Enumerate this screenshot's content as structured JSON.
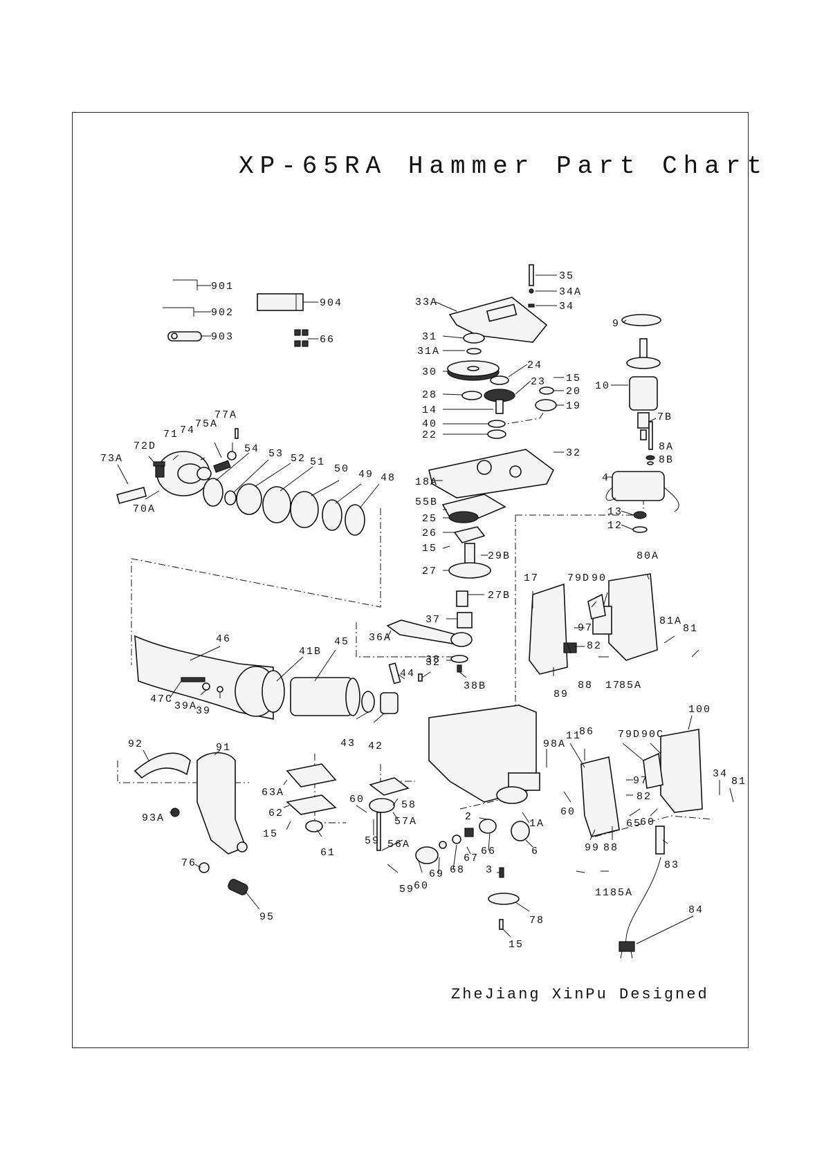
{
  "title": "XP-65RA Hammer Part Chart",
  "footer": "ZheJiang XinPu Designed",
  "parts": [
    {
      "id": "p901",
      "label": "901"
    },
    {
      "id": "p902",
      "label": "902"
    },
    {
      "id": "p903",
      "label": "903"
    },
    {
      "id": "p904",
      "label": "904"
    },
    {
      "id": "p66a",
      "label": "66"
    },
    {
      "id": "p35",
      "label": "35"
    },
    {
      "id": "p34a",
      "label": "34A"
    },
    {
      "id": "p34",
      "label": "34"
    },
    {
      "id": "p33a",
      "label": "33A"
    },
    {
      "id": "p9",
      "label": "9"
    },
    {
      "id": "p31",
      "label": "31"
    },
    {
      "id": "p31a",
      "label": "31A"
    },
    {
      "id": "p30",
      "label": "30"
    },
    {
      "id": "p24",
      "label": "24"
    },
    {
      "id": "p15a",
      "label": "15"
    },
    {
      "id": "p28",
      "label": "28"
    },
    {
      "id": "p23",
      "label": "23"
    },
    {
      "id": "p20",
      "label": "20"
    },
    {
      "id": "p10",
      "label": "10"
    },
    {
      "id": "p14",
      "label": "14"
    },
    {
      "id": "p19",
      "label": "19"
    },
    {
      "id": "p40",
      "label": "40"
    },
    {
      "id": "p7b",
      "label": "7B"
    },
    {
      "id": "p22",
      "label": "22"
    },
    {
      "id": "p32a",
      "label": "32"
    },
    {
      "id": "p8a",
      "label": "8A"
    },
    {
      "id": "p8b",
      "label": "8B"
    },
    {
      "id": "p18a",
      "label": "18A"
    },
    {
      "id": "p4",
      "label": "4"
    },
    {
      "id": "p55b",
      "label": "55B"
    },
    {
      "id": "p13",
      "label": "13"
    },
    {
      "id": "p25",
      "label": "25"
    },
    {
      "id": "p12",
      "label": "12"
    },
    {
      "id": "p26",
      "label": "26"
    },
    {
      "id": "p15b",
      "label": "15"
    },
    {
      "id": "p29b",
      "label": "29B"
    },
    {
      "id": "p27",
      "label": "27"
    },
    {
      "id": "p27b",
      "label": "27B"
    },
    {
      "id": "p80a",
      "label": "80A"
    },
    {
      "id": "p17a",
      "label": "17"
    },
    {
      "id": "p79d",
      "label": "79D"
    },
    {
      "id": "p90",
      "label": "90"
    },
    {
      "id": "p37",
      "label": "37"
    },
    {
      "id": "p36a",
      "label": "36A"
    },
    {
      "id": "p81a",
      "label": "81A"
    },
    {
      "id": "p81",
      "label": "81"
    },
    {
      "id": "p97",
      "label": "97"
    },
    {
      "id": "p82",
      "label": "82"
    },
    {
      "id": "p38",
      "label": "38"
    },
    {
      "id": "p38b",
      "label": "38B"
    },
    {
      "id": "p88",
      "label": "88"
    },
    {
      "id": "p17b",
      "label": "17"
    },
    {
      "id": "p85a",
      "label": "85A"
    },
    {
      "id": "p89",
      "label": "89"
    },
    {
      "id": "p77a",
      "label": "77A"
    },
    {
      "id": "p75a",
      "label": "75A"
    },
    {
      "id": "p74",
      "label": "74"
    },
    {
      "id": "p71",
      "label": "71"
    },
    {
      "id": "p72d",
      "label": "72D"
    },
    {
      "id": "p54",
      "label": "54"
    },
    {
      "id": "p53",
      "label": "53"
    },
    {
      "id": "p52",
      "label": "52"
    },
    {
      "id": "p51",
      "label": "51"
    },
    {
      "id": "p50",
      "label": "50"
    },
    {
      "id": "p49",
      "label": "49"
    },
    {
      "id": "p48",
      "label": "48"
    },
    {
      "id": "p73a",
      "label": "73A"
    },
    {
      "id": "p70a",
      "label": "70A"
    },
    {
      "id": "p46",
      "label": "46"
    },
    {
      "id": "p41b",
      "label": "41B"
    },
    {
      "id": "p45",
      "label": "45"
    },
    {
      "id": "p44",
      "label": "44"
    },
    {
      "id": "p32b",
      "label": "32"
    },
    {
      "id": "p47c",
      "label": "47C"
    },
    {
      "id": "p39a",
      "label": "39A"
    },
    {
      "id": "p39",
      "label": "39"
    },
    {
      "id": "p43",
      "label": "43"
    },
    {
      "id": "p42",
      "label": "42"
    },
    {
      "id": "p100",
      "label": "100"
    },
    {
      "id": "p92",
      "label": "92"
    },
    {
      "id": "p91",
      "label": "91"
    },
    {
      "id": "p98a",
      "label": "98A"
    },
    {
      "id": "p11a",
      "label": "11"
    },
    {
      "id": "p86",
      "label": "86"
    },
    {
      "id": "p79d2",
      "label": "79D"
    },
    {
      "id": "p90c",
      "label": "90C"
    },
    {
      "id": "p63a",
      "label": "63A"
    },
    {
      "id": "p34b",
      "label": "34"
    },
    {
      "id": "p81b",
      "label": "81"
    },
    {
      "id": "p97b",
      "label": "97"
    },
    {
      "id": "p62",
      "label": "62"
    },
    {
      "id": "p60a",
      "label": "60"
    },
    {
      "id": "p58",
      "label": "58"
    },
    {
      "id": "p60b",
      "label": "60"
    },
    {
      "id": "p82b",
      "label": "82"
    },
    {
      "id": "p93a",
      "label": "93A"
    },
    {
      "id": "p57a",
      "label": "57A"
    },
    {
      "id": "p1a",
      "label": "1A"
    },
    {
      "id": "p2",
      "label": "2"
    },
    {
      "id": "p65",
      "label": "65"
    },
    {
      "id": "p60c",
      "label": "60"
    },
    {
      "id": "p15c",
      "label": "15"
    },
    {
      "id": "p59a",
      "label": "59"
    },
    {
      "id": "p56a",
      "label": "56A"
    },
    {
      "id": "p61",
      "label": "61"
    },
    {
      "id": "p66b",
      "label": "66"
    },
    {
      "id": "p67",
      "label": "67"
    },
    {
      "id": "p6",
      "label": "6"
    },
    {
      "id": "p99",
      "label": "99"
    },
    {
      "id": "p88b",
      "label": "88"
    },
    {
      "id": "p83",
      "label": "83"
    },
    {
      "id": "p76",
      "label": "76"
    },
    {
      "id": "p68",
      "label": "68"
    },
    {
      "id": "p69",
      "label": "69"
    },
    {
      "id": "p59b",
      "label": "59"
    },
    {
      "id": "p60d",
      "label": "60"
    },
    {
      "id": "p3",
      "label": "3"
    },
    {
      "id": "p11b",
      "label": "11"
    },
    {
      "id": "p85a2",
      "label": "85A"
    },
    {
      "id": "p95",
      "label": "95"
    },
    {
      "id": "p78",
      "label": "78"
    },
    {
      "id": "p84",
      "label": "84"
    },
    {
      "id": "p15d",
      "label": "15"
    }
  ]
}
